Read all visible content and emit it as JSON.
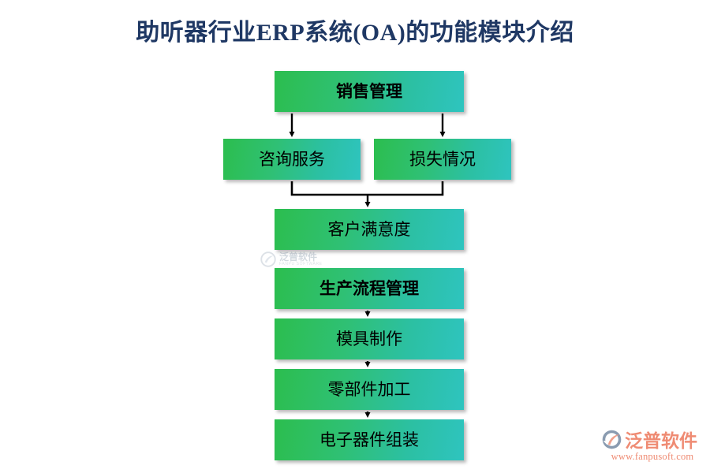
{
  "page": {
    "title": "助听器行业ERP系统(OA)的功能模块介绍",
    "title_color": "#1F3864",
    "background": "#FFFFFF"
  },
  "theme": {
    "node_gradient_start": "#2CBE4E",
    "node_gradient_end": "#2EC4BF",
    "node_text_color": "#000000",
    "connector_color": "#000000",
    "brand_color": "#EF8B73",
    "watermark_color": "#6B8095"
  },
  "diagram": {
    "type": "flowchart",
    "nodes": [
      {
        "id": "sales",
        "label": "销售管理",
        "bold": true,
        "row": 1
      },
      {
        "id": "consult",
        "label": "咨询服务",
        "bold": false,
        "row": 2
      },
      {
        "id": "loss",
        "label": "损失情况",
        "bold": false,
        "row": 2
      },
      {
        "id": "satisfaction",
        "label": "客户满意度",
        "bold": false,
        "row": 3
      },
      {
        "id": "production",
        "label": "生产流程管理",
        "bold": true,
        "row": 4
      },
      {
        "id": "mold",
        "label": "模具制作",
        "bold": false,
        "row": 5
      },
      {
        "id": "parts",
        "label": "零部件加工",
        "bold": false,
        "row": 6
      },
      {
        "id": "assembly",
        "label": "电子器件组装",
        "bold": false,
        "row": 7
      }
    ],
    "edges": [
      {
        "from": "sales",
        "to": "consult",
        "style": "arrow"
      },
      {
        "from": "sales",
        "to": "loss",
        "style": "arrow"
      },
      {
        "from": "consult",
        "to": "satisfaction",
        "style": "merge-arrow"
      },
      {
        "from": "loss",
        "to": "satisfaction",
        "style": "merge-arrow"
      },
      {
        "from": "production",
        "to": "mold",
        "style": "arrow"
      },
      {
        "from": "mold",
        "to": "parts",
        "style": "arrow"
      },
      {
        "from": "parts",
        "to": "assembly",
        "style": "arrow"
      }
    ]
  },
  "watermark": {
    "name_cn": "泛普软件",
    "name_en": "FANPU SOFTWARE"
  },
  "brand": {
    "name_cn": "泛普软件",
    "url": "www.fanpusoft.com"
  }
}
